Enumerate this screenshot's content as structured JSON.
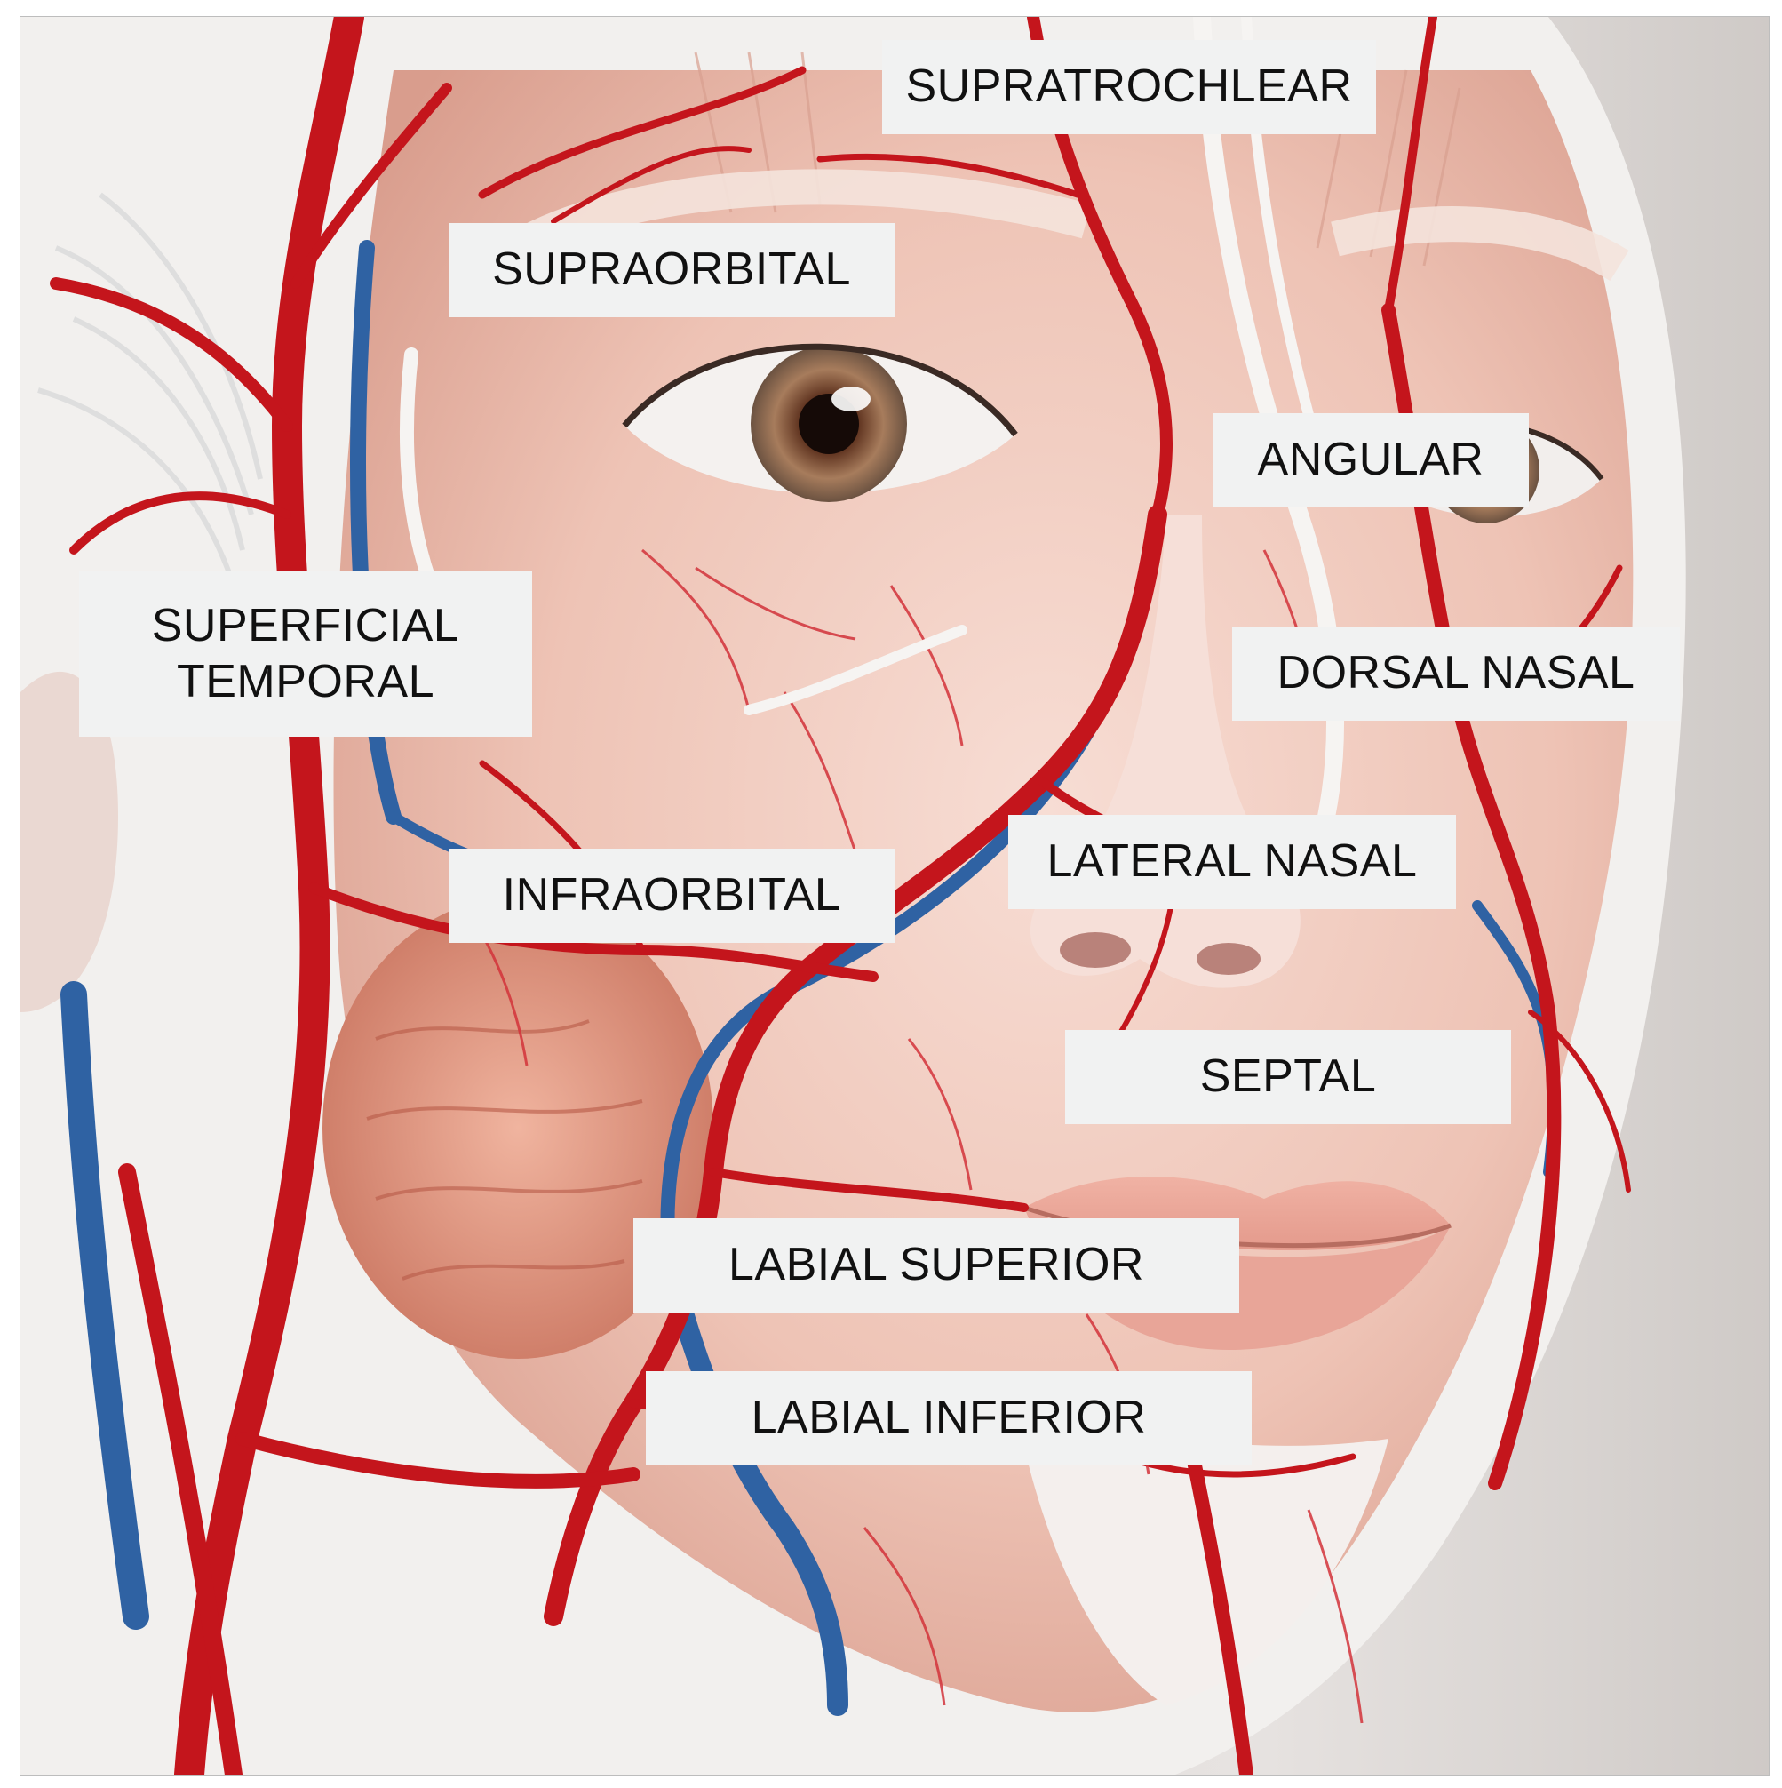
{
  "labels": {
    "supratrochlear": "SUPRATROCHLEAR",
    "supraorbital": "SUPRAORBITAL",
    "angular": "ANGULAR",
    "superficial_temporal": [
      "SUPERFICIAL",
      "TEMPORAL"
    ],
    "dorsal_nasal": "DORSAL NASAL",
    "lateral_nasal": "LATERAL NASAL",
    "infraorbital": "INFRAORBITAL",
    "septal": "SEPTAL",
    "labial_superior": "LABIAL SUPERIOR",
    "labial_inferior": "LABIAL INFERIOR"
  },
  "colors": {
    "artery": "#c4151c",
    "vein": "#2f62a3",
    "label_bg": "#f1f2f2",
    "skin": "#efc9bd"
  }
}
